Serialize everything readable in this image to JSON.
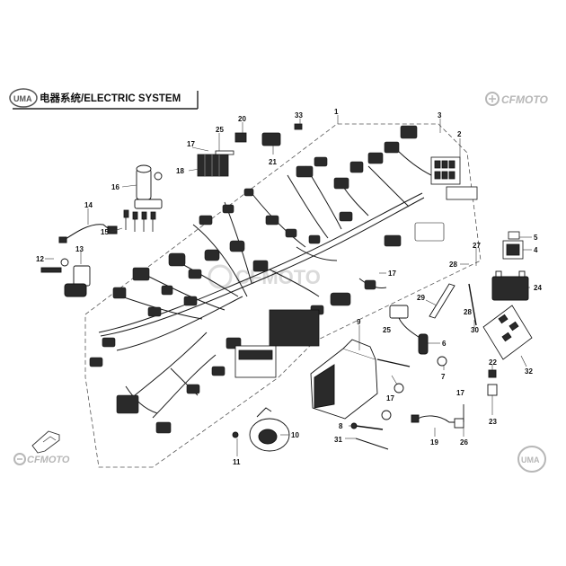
{
  "header": {
    "brand_badge": "UMA",
    "title": "电器系统/ELECTRIC SYSTEM"
  },
  "logos": {
    "top_right": "CFMOTO",
    "bottom_left": "CFMOTO",
    "bottom_right": "UMA",
    "watermark": "CFMOTO"
  },
  "callouts": [
    "1",
    "2",
    "3",
    "4",
    "5",
    "6",
    "7",
    "8",
    "9",
    "10",
    "11",
    "12",
    "13",
    "14",
    "15",
    "16",
    "17",
    "18",
    "19",
    "20",
    "21",
    "22",
    "23",
    "24",
    "25",
    "26",
    "27",
    "28",
    "29",
    "30",
    "31",
    "32",
    "33"
  ],
  "colors": {
    "line": "#1a1a1a",
    "part_fill": "#2a2a2a",
    "logo_grey": "#b7b7b7",
    "watermark_grey": "#d6d6d6"
  }
}
